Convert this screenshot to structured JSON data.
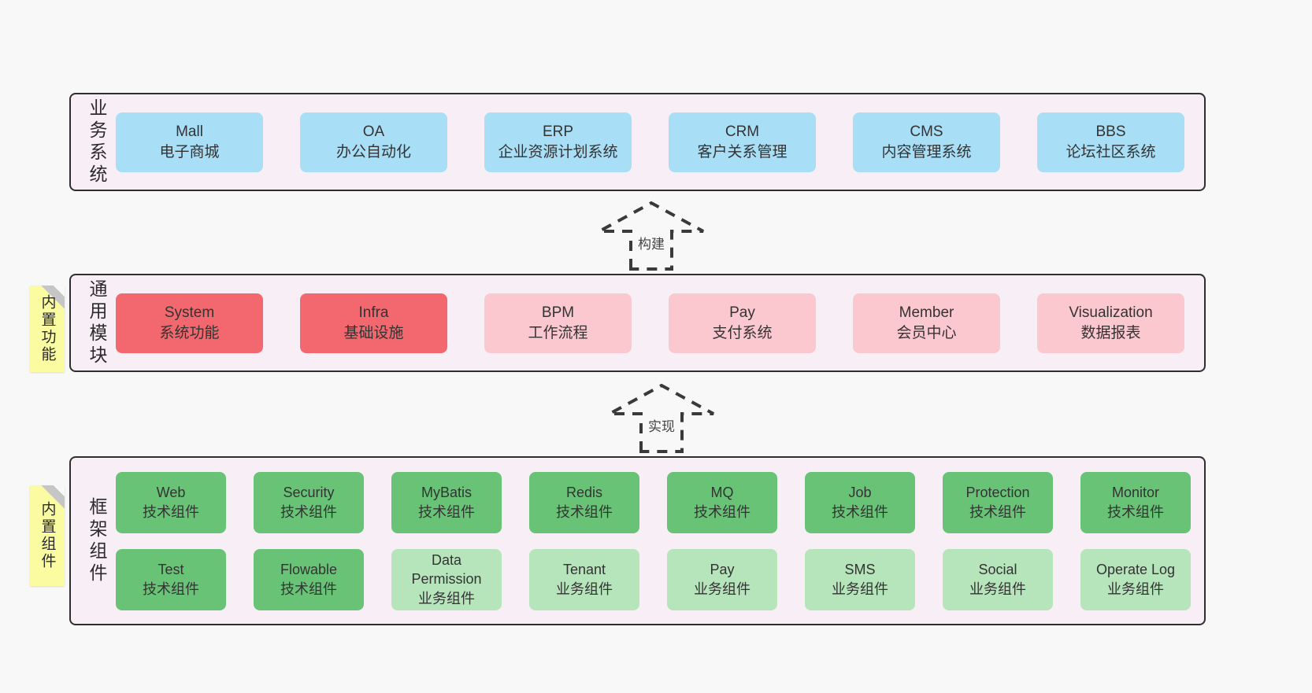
{
  "colors": {
    "page_bg": "#f8f8f8",
    "container_bg": "#f8eef6",
    "border": "#2f2f2f",
    "blue": "#a9def7",
    "red": "#f2686e",
    "pink": "#fbc8d0",
    "green": "#69c377",
    "lightgreen": "#b6e4bb",
    "sticky": "#fbfba2",
    "fold": "#c6c6c6"
  },
  "layers": {
    "business": {
      "label": "业务系统",
      "boxes": [
        {
          "name": "Mall",
          "desc": "电子商城",
          "type": "blue"
        },
        {
          "name": "OA",
          "desc": "办公自动化",
          "type": "blue"
        },
        {
          "name": "ERP",
          "desc": "企业资源计划系统",
          "type": "blue"
        },
        {
          "name": "CRM",
          "desc": "客户关系管理",
          "type": "blue"
        },
        {
          "name": "CMS",
          "desc": "内容管理系统",
          "type": "blue"
        },
        {
          "name": "BBS",
          "desc": "论坛社区系统",
          "type": "blue"
        }
      ]
    },
    "modules": {
      "label": "通用模块",
      "sticky": "内置功能",
      "boxes": [
        {
          "name": "System",
          "desc": "系统功能",
          "type": "red"
        },
        {
          "name": "Infra",
          "desc": "基础设施",
          "type": "red"
        },
        {
          "name": "BPM",
          "desc": "工作流程",
          "type": "pink"
        },
        {
          "name": "Pay",
          "desc": "支付系统",
          "type": "pink"
        },
        {
          "name": "Member",
          "desc": "会员中心",
          "type": "pink"
        },
        {
          "name": "Visualization",
          "desc": "数据报表",
          "type": "pink"
        }
      ]
    },
    "components": {
      "label": "框架组件",
      "sticky": "内置组件",
      "row1": [
        {
          "name": "Web",
          "desc": "技术组件",
          "type": "green"
        },
        {
          "name": "Security",
          "desc": "技术组件",
          "type": "green"
        },
        {
          "name": "MyBatis",
          "desc": "技术组件",
          "type": "green"
        },
        {
          "name": "Redis",
          "desc": "技术组件",
          "type": "green"
        },
        {
          "name": "MQ",
          "desc": "技术组件",
          "type": "green"
        },
        {
          "name": "Job",
          "desc": "技术组件",
          "type": "green"
        },
        {
          "name": "Protection",
          "desc": "技术组件",
          "type": "green"
        },
        {
          "name": "Monitor",
          "desc": "技术组件",
          "type": "green"
        }
      ],
      "row2": [
        {
          "name": "Test",
          "desc": "技术组件",
          "type": "green"
        },
        {
          "name": "Flowable",
          "desc": "技术组件",
          "type": "green"
        },
        {
          "name": "Data Permission",
          "desc": "业务组件",
          "type": "lightgreen"
        },
        {
          "name": "Tenant",
          "desc": "业务组件",
          "type": "lightgreen"
        },
        {
          "name": "Pay",
          "desc": "业务组件",
          "type": "lightgreen"
        },
        {
          "name": "SMS",
          "desc": "业务组件",
          "type": "lightgreen"
        },
        {
          "name": "Social",
          "desc": "业务组件",
          "type": "lightgreen"
        },
        {
          "name": "Operate Log",
          "desc": "业务组件",
          "type": "lightgreen"
        }
      ]
    }
  },
  "arrows": {
    "build": {
      "label": "构建"
    },
    "implement": {
      "label": "实现"
    }
  }
}
